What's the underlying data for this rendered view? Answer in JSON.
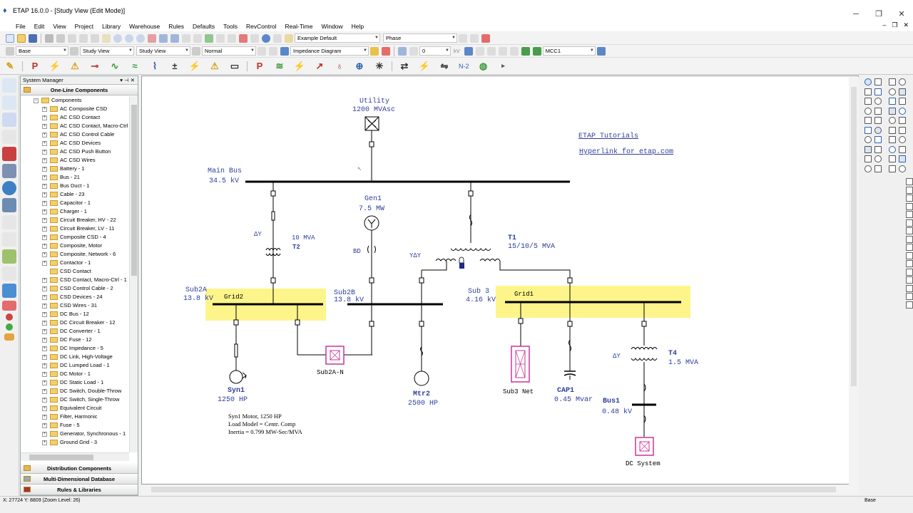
{
  "window": {
    "title": "ETAP 16.0.0 - [Study View (Edit Mode)]",
    "minimize": "─",
    "restore": "❐",
    "close": "✕",
    "mdi_minimize": "–",
    "mdi_restore": "❐",
    "mdi_close": "✕"
  },
  "menu": [
    "File",
    "Edit",
    "View",
    "Project",
    "Library",
    "Warehouse",
    "Rules",
    "Defaults",
    "Tools",
    "RevControl",
    "Real-Time",
    "Window",
    "Help"
  ],
  "toolbar1": {
    "config": "Example Default",
    "phase": "Phase"
  },
  "toolbar2": {
    "revision": "Base",
    "presentation": "Study View",
    "view": "Study View",
    "mode": "Normal",
    "diagram_type": "Impedance Diagram",
    "value": "0",
    "unit": "kV",
    "search": "MCC1"
  },
  "toolbar3": {
    "n2": "N-2"
  },
  "system_manager": {
    "title": "System Manager",
    "pin": "▾ ⊣",
    "close": "✕",
    "one_line": "One-Line Components",
    "root": "Components",
    "items": [
      "AC Composite CSD",
      "AC CSD Contact",
      "AC CSD Contact, Macro-Ctrl",
      "AC CSD Control Cable",
      "AC CSD Devices",
      "AC CSD Push Button",
      "AC CSD Wires",
      "Battery - 1",
      "Bus - 21",
      "Bus Duct - 1",
      "Cable - 23",
      "Capacitor - 1",
      "Charger - 1",
      "Circuit Breaker, HV - 22",
      "Circuit Breaker, LV - 11",
      "Composite CSD - 4",
      "Composite, Motor",
      "Composite, Network - 6",
      "Contactor - 1",
      "CSD Contact",
      "CSD Contact, Macro-Ctrl - 1",
      "CSD Control Cable - 2",
      "CSD Devices - 24",
      "CSD Wires - 31",
      "DC Bus - 12",
      "DC Circuit Breaker - 12",
      "DC Converter - 1",
      "DC Fuse - 12",
      "DC Impedance - 5",
      "DC Link, High-Voltage",
      "DC Lumped Load - 1",
      "DC Motor - 1",
      "DC Static Load - 1",
      "DC Switch, Double-Throw",
      "DC Switch, Single-Throw",
      "Equivalent Circuit",
      "Filter, Harmonic",
      "Fuse - 5",
      "Generator, Synchronous - 1",
      "Ground Grid - 3"
    ],
    "panels": [
      "Distribution Components",
      "Multi-Dimensional Database",
      "Rules & Libraries"
    ]
  },
  "diagram": {
    "utility_name": "Utility",
    "utility_rating": "1200 MVAsc",
    "main_bus_name": "Main Bus",
    "main_bus_kv": "34.5 kV",
    "link1": "ETAP Tutorials",
    "link2": "Hyperlink for etap.com",
    "gen_name": "Gen1",
    "gen_rating": "7.5 MW",
    "gen_bd": "BD",
    "t2_conn": "ΔY",
    "t2_rating": "10 MVA",
    "t2_name": "T2",
    "t1_name": "T1",
    "t1_rating": "15/10/5 MVA",
    "t1_conn": "YΔY",
    "sub2a_name": "Sub2A",
    "sub2a_kv": "13.8 kV",
    "grid2": "Grid2",
    "sub2b_name": "Sub2B",
    "sub2b_kv": "13.8 kV",
    "sub3_name": "Sub 3",
    "sub3_kv": "4.16 kV",
    "grid1": "Grid1",
    "sub2a_n": "Sub2A-N",
    "syn_name": "Syn1",
    "syn_rating": "1250 HP",
    "mtr_name": "Mtr2",
    "mtr_rating": "2500 HP",
    "sub3net": "Sub3 Net",
    "cap_name": "CAP1",
    "cap_rating": "0.45 Mvar",
    "t4_conn": "ΔY",
    "t4_name": "T4",
    "t4_rating": "1.5 MVA",
    "bus1_name": "Bus1",
    "bus1_kv": "0.48 kV",
    "dc_system": "DC System",
    "note1": "Syn1 Motor, 1250 HP",
    "note2": "Load Model = Centr. Comp",
    "note3": "Inertia = 0.799 MW-Sec/MVA"
  },
  "status": {
    "coords": "X: 27724   Y: 8809 (Zoom Level: 26)",
    "mode": "Base"
  },
  "colors": {
    "grid_highlight": "#fdf58a",
    "element_blue": "#2d3e9a",
    "composite_pink": "#cc3399",
    "bus_black": "#000000"
  }
}
